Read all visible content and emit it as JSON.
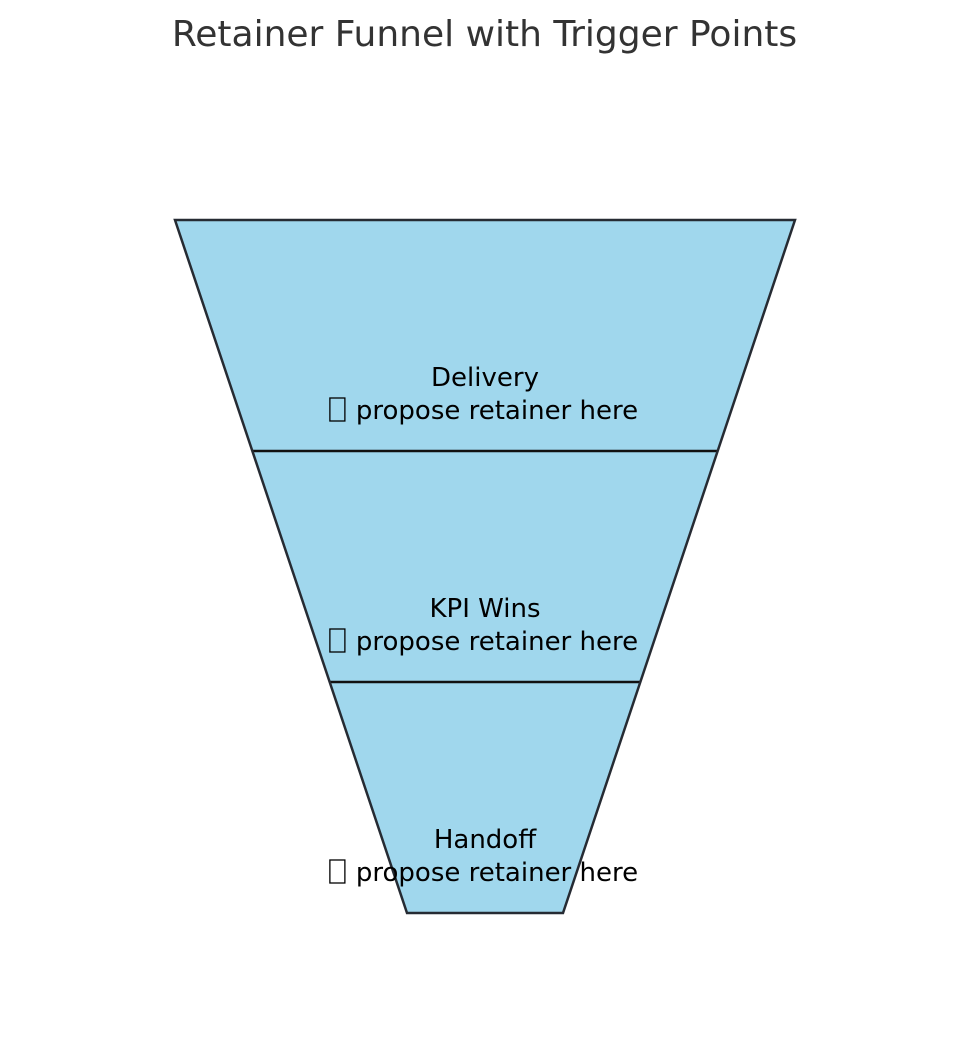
{
  "title": "Retainer Funnel with Trigger Points",
  "colors": {
    "fill": "#a0d7ed",
    "outline": "#262b33",
    "divider": "#111111",
    "title": "#333333",
    "text": "#000000"
  },
  "stages": [
    {
      "name": "Delivery",
      "trigger": "propose retainer here",
      "trigger_icon": "missing-glyph-icon"
    },
    {
      "name": "KPI Wins",
      "trigger": "propose retainer here",
      "trigger_icon": "missing-glyph-icon"
    },
    {
      "name": "Handoff",
      "trigger": "propose retainer here",
      "trigger_icon": "missing-glyph-icon"
    }
  ]
}
